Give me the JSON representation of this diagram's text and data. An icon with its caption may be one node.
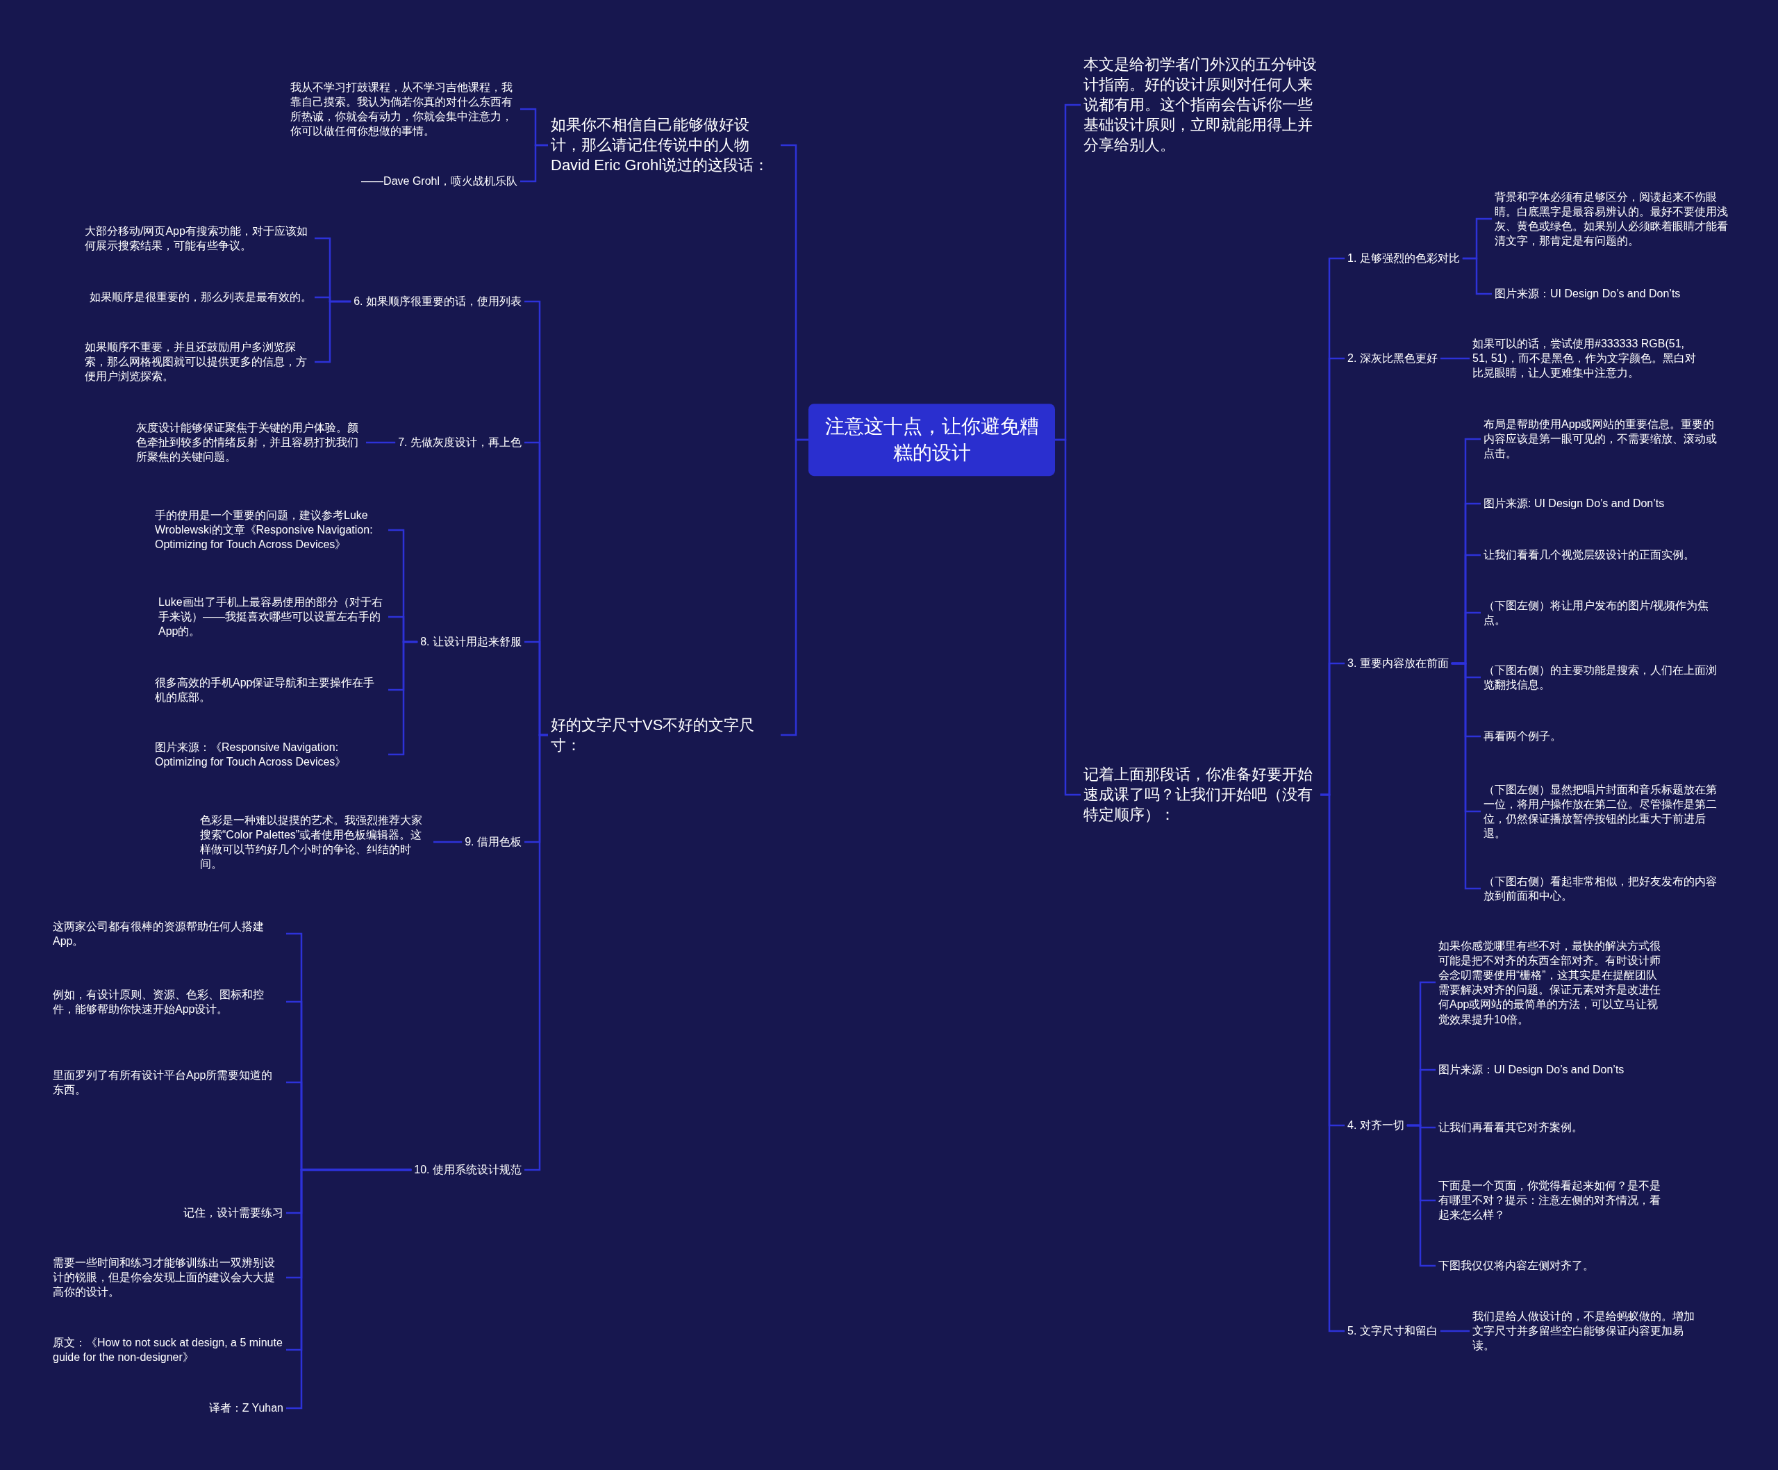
{
  "diagram": {
    "nodes": [
      {
        "text": [
          "注意这十点，让你避免糟糕的设计"
        ]
      },
      {
        "text": [
          "本文是给初学者/门外汉的五分钟设计指南。好的设计原则对任何人来说都有用。这个指南会告诉你一些基础设计原则，立即就能用得上并分享给别人。"
        ]
      },
      {
        "text": [
          "记着上面那段话，你准备好要开始速成课了吗？让我们开始吧（没有特定顺序）："
        ]
      },
      {
        "text": [
          "1. 足够强烈的色彩对比"
        ]
      },
      {
        "text": [
          "背景和字体必须有足够区分，阅读起来不伤眼睛。白底黑字是最容易辨认的。最好不要使用浅灰、黄色或绿色。如果别人必须眯着眼睛才能看清文字，那肯定是有问题的。"
        ]
      },
      {
        "text": [
          "图片来源：UI Design Do’s and Don’ts"
        ]
      },
      {
        "text": [
          "2. 深灰比黑色更好"
        ]
      },
      {
        "text": [
          "如果可以的话，尝试使用#333333 RGB(51, 51, 51)，而不是黑色，作为文字颜色。黑白对比晃眼睛，让人更难集中注意力。"
        ]
      },
      {
        "text": [
          "3. 重要内容放在前面"
        ]
      },
      {
        "text": [
          "布局是帮助使用App或网站的重要信息。重要的内容应该是第一眼可见的，不需要缩放、滚动或点击。"
        ]
      },
      {
        "text": [
          "图片来源: UI Design Do’s and Don’ts"
        ]
      },
      {
        "text": [
          "让我们看看几个视觉层级设计的正面实例。"
        ]
      },
      {
        "text": [
          "（下图左侧）将让用户发布的图片/视频作为焦点。"
        ]
      },
      {
        "text": [
          "（下图右侧）的主要功能是搜索，人们在上面浏览翻找信息。"
        ]
      },
      {
        "text": [
          "再看两个例子。"
        ]
      },
      {
        "text": [
          "（下图左侧）显然把唱片封面和音乐标题放在第一位，将用户操作放在第二位。尽管操作是第二位，仍然保证播放暂停按钮的比重大于前进后退。"
        ]
      },
      {
        "text": [
          "（下图右侧）看起非常相似，把好友发布的内容放到前面和中心。"
        ]
      },
      {
        "text": [
          "4. 对齐一切"
        ]
      },
      {
        "text": [
          "如果你感觉哪里有些不对，最快的解决方式很可能是把不对齐的东西全部对齐。有时设计师会念叨需要使用“栅格”，这其实是在提醒团队需要解决对齐的问题。保证元素对齐是改进任何App或网站的最简单的方法，可以立马让视觉效果提升10倍。"
        ]
      },
      {
        "text": [
          "图片来源：UI Design Do’s and Don’ts"
        ]
      },
      {
        "text": [
          "让我们再看看其它对齐案例。"
        ]
      },
      {
        "text": [
          "下面是一个页面，你觉得看起来如何？是不是有哪里不对？提示：注意左侧的对齐情况，看起来怎么样？"
        ]
      },
      {
        "text": [
          "下图我仅仅将内容左侧对齐了。"
        ]
      },
      {
        "text": [
          "5. 文字尺寸和留白"
        ]
      },
      {
        "text": [
          "我们是给人做设计的，不是给蚂蚁做的。增加文字尺寸并多留些空白能够保证内容更加易读。"
        ]
      },
      {
        "text": [
          "如果你不相信自己能够做好设计，那么请记住传说中的人物David Eric Grohl说过的这段话："
        ]
      },
      {
        "text": [
          "我从不学习打鼓课程，从不学习吉他课程，我靠自己摸索。我认为倘若你真的对什么东西有所热诚，你就会有动力，你就会集中注意力，你可以做任何你想做的事情。"
        ]
      },
      {
        "text": [
          "——Dave Grohl，喷火战机乐队"
        ]
      },
      {
        "text": [
          "好的文字尺寸VS不好的文字尺寸："
        ]
      },
      {
        "text": [
          "6. 如果顺序很重要的话，使用列表"
        ]
      },
      {
        "text": [
          "大部分移动/网页App有搜索功能，对于应该如何展示搜索结果，可能有些争议。"
        ]
      },
      {
        "text": [
          "如果顺序是很重要的，那么列表是最有效的。"
        ]
      },
      {
        "text": [
          "如果顺序不重要，并且还鼓励用户多浏览探索，那么网格视图就可以提供更多的信息，方便用户浏览探索。"
        ]
      },
      {
        "text": [
          "7. 先做灰度设计，再上色"
        ]
      },
      {
        "text": [
          "灰度设计能够保证聚焦于关键的用户体验。颜色牵扯到较多的情绪反射，并且容易打扰我们所聚焦的关键问题。"
        ]
      },
      {
        "text": [
          "8. 让设计用起来舒服"
        ]
      },
      {
        "text": [
          "手的使用是一个重要的问题，建议参考Luke Wroblewski的文章《Responsive Navigation: Optimizing for Touch Across Devices》"
        ]
      },
      {
        "text": [
          "Luke画出了手机上最容易使用的部分（对于右手来说）——我挺喜欢哪些可以设置左右手的App的。"
        ]
      },
      {
        "text": [
          "很多高效的手机App保证导航和主要操作在手机的底部。"
        ]
      },
      {
        "text": [
          "图片来源：《Responsive Navigation: Optimizing for Touch Across Devices》"
        ]
      },
      {
        "text": [
          "9. 借用色板"
        ]
      },
      {
        "text": [
          "色彩是一种难以捉摸的艺术。我强烈推荐大家搜索“Color Palettes”或者使用色板编辑器。这样做可以节约好几个小时的争论、纠结的时间。"
        ]
      },
      {
        "text": [
          "10. 使用系统设计规范"
        ]
      },
      {
        "text": [
          "这两家公司都有很棒的资源帮助任何人搭建App。"
        ]
      },
      {
        "text": [
          "例如，有设计原则、资源、色彩、图标和控件，能够帮助你快速开始App设计。"
        ]
      },
      {
        "text": [
          "里面罗列了有所有设计平台App所需要知道的东西。"
        ]
      },
      {
        "text": [
          "记住，设计需要练习"
        ]
      },
      {
        "text": [
          "需要一些时间和练习才能够训练出一双辨别设计的锐眼，但是你会发现上面的建议会大大提高你的设计。"
        ]
      },
      {
        "text": [
          "原文：《How to not suck at design, a 5 minute guide for the non-designer》"
        ]
      },
      {
        "text": [
          "译者：Z Yuhan"
        ]
      }
    ],
    "edges": [
      {
        "from": 0,
        "to": 1,
        "arrow": "none"
      },
      {
        "from": 0,
        "to": 2,
        "arrow": "none"
      },
      {
        "from": 2,
        "to": 3,
        "arrow": "none"
      },
      {
        "from": 3,
        "to": 4,
        "arrow": "none"
      },
      {
        "from": 3,
        "to": 5,
        "arrow": "none"
      },
      {
        "from": 2,
        "to": 6,
        "arrow": "none"
      },
      {
        "from": 6,
        "to": 7,
        "arrow": "none"
      },
      {
        "from": 2,
        "to": 8,
        "arrow": "none"
      },
      {
        "from": 8,
        "to": 9,
        "arrow": "none"
      },
      {
        "from": 8,
        "to": 10,
        "arrow": "none"
      },
      {
        "from": 8,
        "to": 11,
        "arrow": "none"
      },
      {
        "from": 8,
        "to": 12,
        "arrow": "none"
      },
      {
        "from": 8,
        "to": 13,
        "arrow": "none"
      },
      {
        "from": 8,
        "to": 14,
        "arrow": "none"
      },
      {
        "from": 8,
        "to": 15,
        "arrow": "none"
      },
      {
        "from": 8,
        "to": 16,
        "arrow": "none"
      },
      {
        "from": 2,
        "to": 17,
        "arrow": "none"
      },
      {
        "from": 17,
        "to": 18,
        "arrow": "none"
      },
      {
        "from": 17,
        "to": 19,
        "arrow": "none"
      },
      {
        "from": 17,
        "to": 20,
        "arrow": "none"
      },
      {
        "from": 17,
        "to": 21,
        "arrow": "none"
      },
      {
        "from": 17,
        "to": 22,
        "arrow": "none"
      },
      {
        "from": 2,
        "to": 23,
        "arrow": "none"
      },
      {
        "from": 23,
        "to": 24,
        "arrow": "none"
      },
      {
        "from": 0,
        "to": 25,
        "arrow": "none"
      },
      {
        "from": 25,
        "to": 26,
        "arrow": "none"
      },
      {
        "from": 25,
        "to": 27,
        "arrow": "none"
      },
      {
        "from": 0,
        "to": 28,
        "arrow": "none"
      },
      {
        "from": 28,
        "to": 29,
        "arrow": "none"
      },
      {
        "from": 29,
        "to": 30,
        "arrow": "none"
      },
      {
        "from": 29,
        "to": 31,
        "arrow": "none"
      },
      {
        "from": 29,
        "to": 32,
        "arrow": "none"
      },
      {
        "from": 28,
        "to": 33,
        "arrow": "none"
      },
      {
        "from": 33,
        "to": 34,
        "arrow": "none"
      },
      {
        "from": 28,
        "to": 35,
        "arrow": "none"
      },
      {
        "from": 35,
        "to": 36,
        "arrow": "none"
      },
      {
        "from": 35,
        "to": 37,
        "arrow": "none"
      },
      {
        "from": 35,
        "to": 38,
        "arrow": "none"
      },
      {
        "from": 35,
        "to": 39,
        "arrow": "none"
      },
      {
        "from": 28,
        "to": 40,
        "arrow": "none"
      },
      {
        "from": 40,
        "to": 41,
        "arrow": "none"
      },
      {
        "from": 28,
        "to": 42,
        "arrow": "none"
      },
      {
        "from": 42,
        "to": 43,
        "arrow": "none"
      },
      {
        "from": 42,
        "to": 44,
        "arrow": "none"
      },
      {
        "from": 42,
        "to": 45,
        "arrow": "none"
      },
      {
        "from": 42,
        "to": 46,
        "arrow": "none"
      },
      {
        "from": 42,
        "to": 47,
        "arrow": "none"
      },
      {
        "from": 42,
        "to": 48,
        "arrow": "none"
      },
      {
        "from": 42,
        "to": 49,
        "arrow": "none"
      }
    ]
  }
}
